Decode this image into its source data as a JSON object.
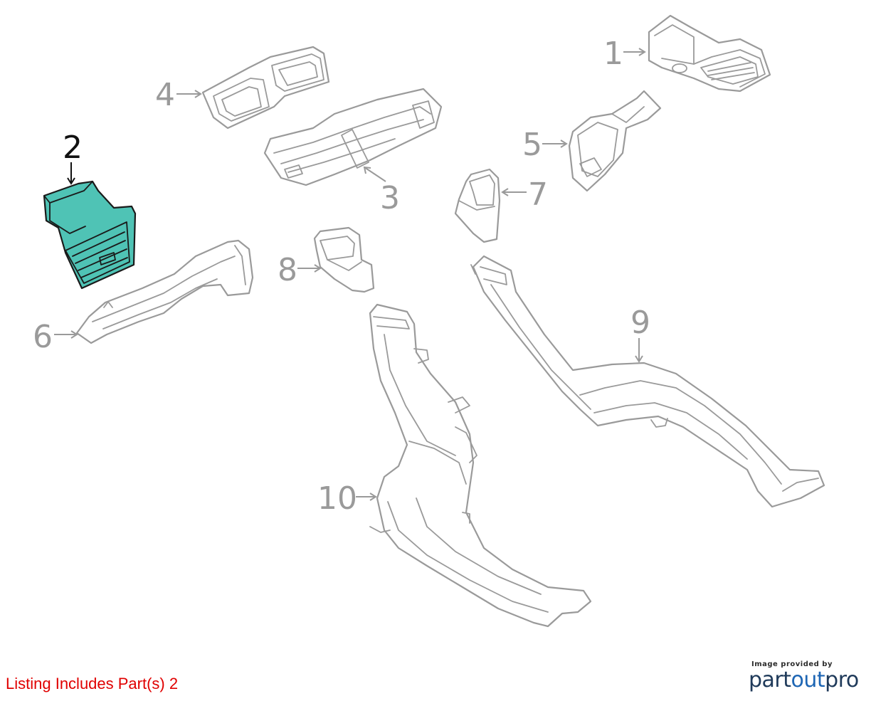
{
  "callouts": {
    "p1": "1",
    "p2": "2",
    "p3": "3",
    "p4": "4",
    "p5": "5",
    "p6": "6",
    "p7": "7",
    "p8": "8",
    "p9": "9",
    "p10": "10"
  },
  "footer": {
    "listing": "Listing Includes Part(s) 2",
    "credit_small": "Image provided by",
    "brand_part": "part",
    "brand_out": "out",
    "brand_pro": "pro"
  },
  "colors": {
    "highlight": "#4fc3b5",
    "footer_text": "#e00000",
    "brand_dark": "#1f3a5a",
    "brand_accent": "#1e66b4"
  }
}
